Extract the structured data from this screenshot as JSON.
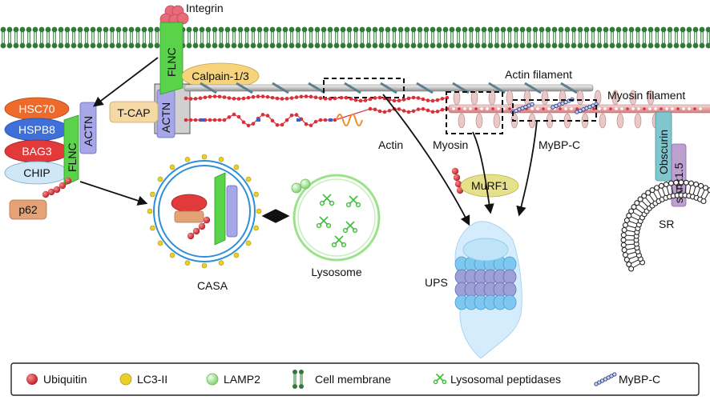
{
  "labels": {
    "integrin": "Integrin",
    "flnc_vertical": "FLNC",
    "calpain": "Calpain-1/3",
    "actin_filament": "Actin filament",
    "myosin_filament": "Myosin filament",
    "tcap": "T-CAP",
    "actn_vertical": "ACTN",
    "actin": "Actin",
    "myosin": "Myosin",
    "mybpc": "MyBP-C",
    "murf1": "MuRF1",
    "obscurin": "Obscurin",
    "sank": "sAnk1.5",
    "sr": "SR",
    "ups": "UPS",
    "casa": "CASA",
    "lysosome": "Lysosome"
  },
  "complex": {
    "hsc70": "HSC70",
    "hspb8": "HSPB8",
    "bag3": "BAG3",
    "chip": "CHIP",
    "p62": "p62",
    "flnc": "FLNC",
    "actn": "ACTN"
  },
  "colors": {
    "hsc70": "#ee6a2a",
    "hspb8": "#3f6fd8",
    "bag3": "#e23a3a",
    "chip": "#cfe7f7",
    "p62": "#e3a377",
    "flnc": "#5ad24a",
    "actn": "#a6a6e8",
    "calpain": "#f6d47e",
    "tcap": "#f5d9a4",
    "murf1": "#e6e08a",
    "obscurin": "#7fc6cf",
    "sank": "#bca0cf",
    "ubiquitin": "#d9303a",
    "lc3": "#e8cf2a",
    "lamp2": "#9be38a",
    "membrane": "#2e7a36"
  },
  "legend": [
    {
      "icon": "ubiquitin-icon",
      "label": "Ubiquitin"
    },
    {
      "icon": "lc3-ii-icon",
      "label": "LC3-II"
    },
    {
      "icon": "lamp2-icon",
      "label": "LAMP2"
    },
    {
      "icon": "cell-membrane-icon",
      "label": "Cell membrane"
    },
    {
      "icon": "lysosomal-peptidase-icon",
      "label": "Lysosomal peptidases"
    },
    {
      "icon": "mybp-c-chain-icon",
      "label": "MyBP-C"
    }
  ]
}
